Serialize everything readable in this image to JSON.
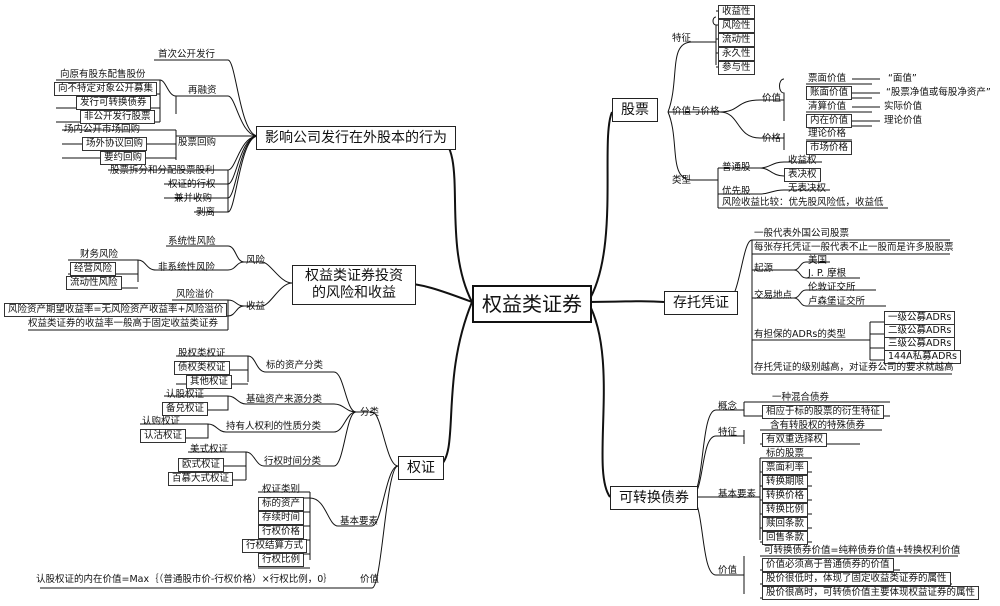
{
  "center": "权益类证券",
  "stock": {
    "title": "股票",
    "feature": "特征",
    "features": [
      "收益性",
      "风险性",
      "流动性",
      "永久性",
      "参与性"
    ],
    "value_price": "价值与价格",
    "value": "价值",
    "values": [
      "票面价值",
      "账面价值",
      "清算价值",
      "内在价值"
    ],
    "value_notes": [
      "“面值”",
      "“股票净值或每股净资产”",
      "实际价值",
      "理论价值"
    ],
    "price": "价格",
    "prices": [
      "理论价格",
      "市场价格"
    ],
    "type": "类型",
    "common": "普通股",
    "common_items": [
      "收益权",
      "表决权"
    ],
    "preferred": "优先股",
    "preferred_item": "无表决权",
    "risk_compare": "风险收益比较：优先股风险低，收益低"
  },
  "adr": {
    "title": "存托凭证",
    "line1": "一般代表外国公司股票",
    "line2": "每张存托凭证一般代表不止一股而是许多股股票",
    "origin": "起源",
    "origin_items": [
      "美国",
      "J. P. 摩根"
    ],
    "exchange": "交易地点",
    "exchange_items": [
      "伦敦证交所",
      "卢森堡证交所"
    ],
    "types": "有担保的ADRs的类型",
    "type_items": [
      "一级公募ADRs",
      "二级公募ADRs",
      "三级公募ADRs",
      "144A私募ADRs"
    ],
    "last": "存托凭证的级别越高，对证券公司的要求就越高"
  },
  "convertible": {
    "title": "可转换债券",
    "concept": "概念",
    "concept_items": [
      "一种混合债券",
      "相应于标的股票的衍生特征"
    ],
    "feature": "特征",
    "feature_items": [
      "含有转股权的特殊债券",
      "有双重选择权"
    ],
    "elements": "基本要素",
    "element_items": [
      "标的股票",
      "票面利率",
      "转换期限",
      "转换价格",
      "转换比例",
      "赎回条款",
      "回售条款"
    ],
    "value": "价值",
    "value_items": [
      "可转换债券价值=纯粹债券价值+转换权利价值",
      "价值必须高于普通债券的价值",
      "股价很低时，体现了固定收益类证券的属性",
      "股价很高时，可转债价值主要体现权益证券的属性"
    ]
  },
  "issuance": {
    "title": "影响公司发行在外股本的行为",
    "ipo": "首次公开发行",
    "refinance": "再融资",
    "refinance_items": [
      "向原有股东配售股份",
      "向不特定对象公开募集",
      "发行可转换债券",
      "非公开发行股票"
    ],
    "buyback": "股票回购",
    "buyback_items": [
      "场内公开市场回购",
      "场外协议回购",
      "要约回购"
    ],
    "others": [
      "股票拆分和分配股票股利",
      "权证的行权",
      "兼并收购",
      "剥离"
    ]
  },
  "risk": {
    "title": "权益类证券投资的风险和收益",
    "risk": "风险",
    "systematic": "系统性风险",
    "nonsystematic": "非系统性风险",
    "nonsys_items": [
      "财务风险",
      "经营风险",
      "流动性风险"
    ],
    "return": "收益",
    "premium": "风险溢价",
    "formula": "风险资产期望收益率=无风险资产收益率+风险溢价",
    "statement": "权益类证券的收益率一般高于固定收益类证券"
  },
  "warrant": {
    "title": "权证",
    "classify": "分类",
    "by_asset": "标的资产分类",
    "asset_items": [
      "股权类权证",
      "债权类权证",
      "其他权证"
    ],
    "by_source": "基础资产来源分类",
    "source_items": [
      "认股权证",
      "备兑权证"
    ],
    "by_holder": "持有人权利的性质分类",
    "holder_items": [
      "认购权证",
      "认沽权证"
    ],
    "by_time": "行权时间分类",
    "time_items": [
      "美式权证",
      "欧式权证",
      "百慕大式权证"
    ],
    "elements": "基本要素",
    "element_items": [
      "权证类别",
      "标的资产",
      "存续时间",
      "行权价格",
      "行权结算方式",
      "行权比例"
    ],
    "value": "价值",
    "value_formula": "认股权证的内在价值=Max｛（普通股市价-行权价格）×行权比例，0｝"
  }
}
